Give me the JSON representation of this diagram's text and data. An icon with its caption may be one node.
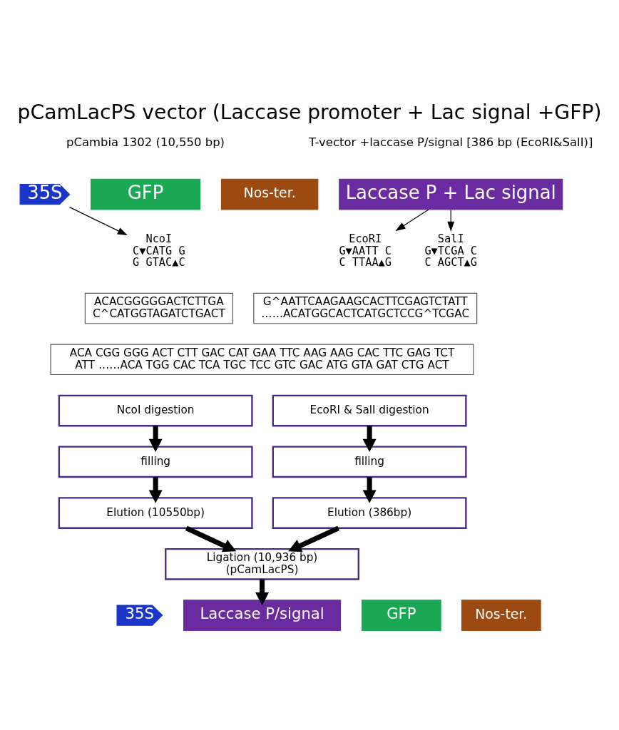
{
  "diagram": {
    "title": "pCamLacPS vector (Laccase promoter + Lac signal +GFP)",
    "nodes": [
      {
        "text": [
          "35S"
        ]
      },
      {
        "text": [
          "GFP"
        ]
      },
      {
        "text": [
          "Nos-ter."
        ]
      },
      {
        "text": [
          "Laccase P + Lac signal"
        ]
      },
      {
        "text": [
          "NcoI",
          "C▼CATG G",
          "G GTAC▲C"
        ]
      },
      {
        "text": [
          "EcoRI",
          "G▼AATT C",
          "C TTAA▲G"
        ]
      },
      {
        "text": [
          "SalI",
          "G▼TCGA C",
          "C AGCT▲G"
        ]
      },
      {
        "text": [
          "ACACGGGGGACTCTTGA C^CATGGTAGATCTGACT"
        ]
      },
      {
        "text": [
          "G^AATTCAAGAAGCACTTCGAGTCTATT ……ACATGGCACTCATGCTCCG^TCGAC"
        ]
      },
      {
        "text": [
          "ACA CGG GGG ACT CTT GAC CAT GAA TTC AAG AAG CAC TTC GAG TCT ATT ……ACA TGG CAC TCA TGC TCC GTC GAC ATG GTA GAT CTG ACT"
        ]
      },
      {
        "text": [
          "NcoI digestion"
        ]
      },
      {
        "text": [
          "filling"
        ]
      },
      {
        "text": [
          "Elution (10550bp)"
        ]
      },
      {
        "text": [
          "EcoRI & SalI digestion"
        ]
      },
      {
        "text": [
          "filling"
        ]
      },
      {
        "text": [
          "Elution (386bp)"
        ]
      },
      {
        "text": [
          "Ligation (10,936 bp)",
          "(pCamLacPS)"
        ]
      },
      {
        "text": [
          "35S"
        ]
      },
      {
        "text": [
          "Laccase P/signal"
        ]
      },
      {
        "text": [
          "GFP"
        ]
      },
      {
        "text": [
          "Nos-ter."
        ]
      }
    ],
    "edges": [
      {
        "from": 0,
        "to": 4,
        "arrow": "to"
      },
      {
        "from": 3,
        "to": 5,
        "arrow": "to"
      },
      {
        "from": 3,
        "to": 6,
        "arrow": "to"
      },
      {
        "from": 10,
        "to": 11,
        "arrow": "to"
      },
      {
        "from": 11,
        "to": 12,
        "arrow": "to"
      },
      {
        "from": 13,
        "to": 14,
        "arrow": "to"
      },
      {
        "from": 14,
        "to": 15,
        "arrow": "to"
      },
      {
        "from": 12,
        "to": 16,
        "arrow": "to"
      },
      {
        "from": 15,
        "to": 16,
        "arrow": "to"
      },
      {
        "from": 16,
        "to": 18,
        "arrow": "to"
      }
    ],
    "labels": [
      "pCambia 1302 (10,550 bp)",
      "T-vector +laccase P/signal [386 bp (EcoRI&SalI)]"
    ]
  }
}
